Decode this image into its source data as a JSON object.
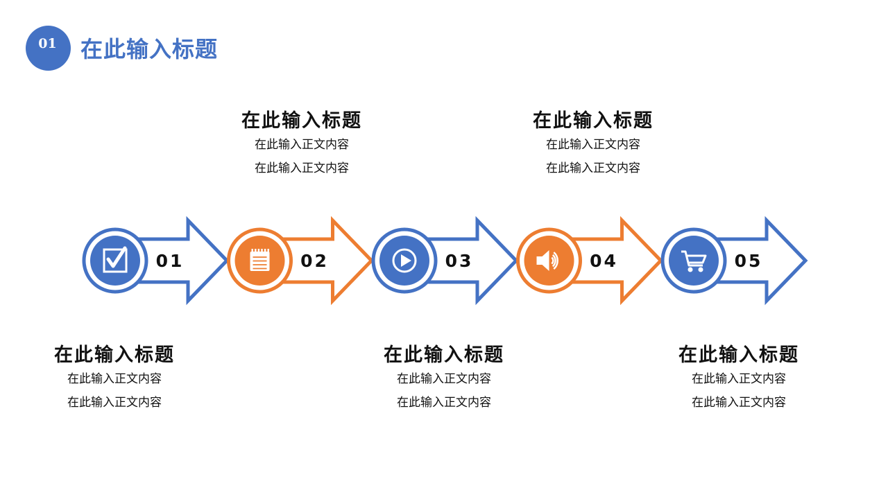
{
  "header": {
    "badge": "01",
    "title": "在此输入标题"
  },
  "colors": {
    "blue": "#4472c4",
    "orange": "#ed7d31"
  },
  "steps": [
    {
      "number": "01",
      "color": "blue",
      "icon": "checkbox-icon",
      "title": "在此输入标题",
      "line1": "在此输入正文内容",
      "line2": "在此输入正文内容",
      "text_position": "below"
    },
    {
      "number": "02",
      "color": "orange",
      "icon": "notepad-icon",
      "title": "在此输入标题",
      "line1": "在此输入正文内容",
      "line2": "在此输入正文内容",
      "text_position": "above"
    },
    {
      "number": "03",
      "color": "blue",
      "icon": "play-icon",
      "title": "在此输入标题",
      "line1": "在此输入正文内容",
      "line2": "在此输入正文内容",
      "text_position": "below"
    },
    {
      "number": "04",
      "color": "orange",
      "icon": "speaker-icon",
      "title": "在此输入标题",
      "line1": "在此输入正文内容",
      "line2": "在此输入正文内容",
      "text_position": "above"
    },
    {
      "number": "05",
      "color": "blue",
      "icon": "cart-icon",
      "title": "在此输入标题",
      "line1": "在此输入正文内容",
      "line2": "在此输入正文内容",
      "text_position": "below"
    }
  ]
}
